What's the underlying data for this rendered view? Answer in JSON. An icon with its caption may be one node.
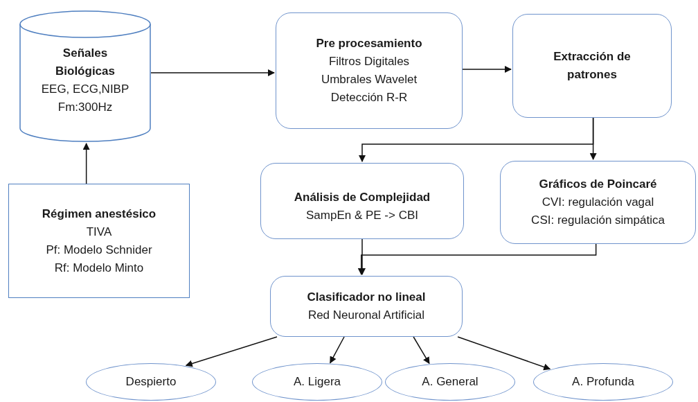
{
  "diagram": {
    "nodes": [
      {
        "text": [
          "Señales Biológicas",
          "EEG, ECG,NIBP",
          "Fm:300Hz"
        ]
      },
      {
        "text": [
          "Régimen anestésico",
          "TIVA",
          "Pf: Modelo Schnider",
          "Rf: Modelo Minto"
        ]
      },
      {
        "text": [
          "Pre procesamiento",
          "Filtros Digitales",
          "Umbrales Wavelet",
          "Detección R-R"
        ]
      },
      {
        "text": [
          "Extracción de patrones"
        ]
      },
      {
        "text": [
          "Análisis de Complejidad",
          "SampEn & PE -> CBI"
        ]
      },
      {
        "text": [
          "Gráficos de Poincaré",
          "CVI: regulación vagal",
          "CSI: regulación simpática"
        ]
      },
      {
        "text": [
          "Clasificador no lineal",
          "Red Neuronal Artificial"
        ]
      },
      {
        "text": [
          "Despierto"
        ]
      },
      {
        "text": [
          "A. Ligera"
        ]
      },
      {
        "text": [
          "A. General"
        ]
      },
      {
        "text": [
          "A. Profunda"
        ]
      }
    ],
    "edges": [
      {
        "from": 1,
        "to": 0,
        "arrow": "to"
      },
      {
        "from": 0,
        "to": 2,
        "arrow": "to"
      },
      {
        "from": 2,
        "to": 3,
        "arrow": "to"
      },
      {
        "from": 3,
        "to": 4,
        "arrow": "to"
      },
      {
        "from": 3,
        "to": 5,
        "arrow": "to"
      },
      {
        "from": 4,
        "to": 6,
        "arrow": "to"
      },
      {
        "from": 5,
        "to": 6,
        "arrow": "to"
      },
      {
        "from": 6,
        "to": 7,
        "arrow": "to"
      },
      {
        "from": 6,
        "to": 8,
        "arrow": "to"
      },
      {
        "from": 6,
        "to": 9,
        "arrow": "to"
      },
      {
        "from": 6,
        "to": 10,
        "arrow": "to"
      }
    ]
  }
}
